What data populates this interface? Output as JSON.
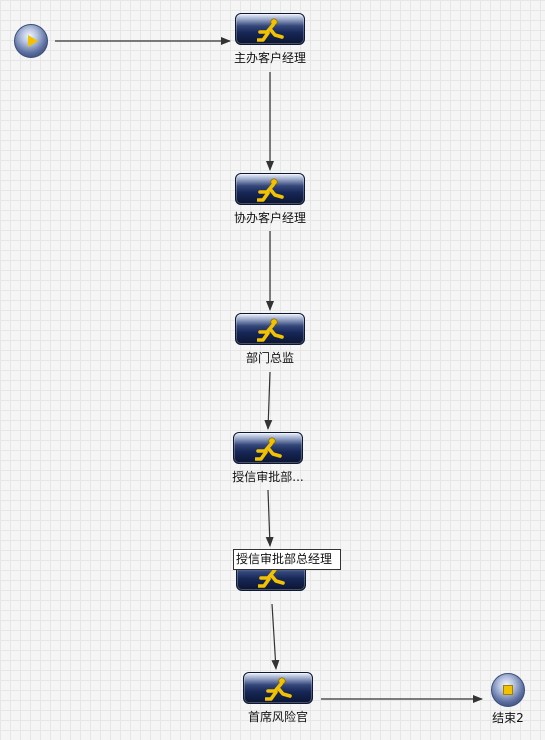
{
  "diagram": {
    "start_event": {
      "icon": "play-icon"
    },
    "end_event": {
      "label": "结束2",
      "icon": "stop-icon"
    },
    "tasks": [
      {
        "label": "主办客户经理",
        "icon": "user-task-icon"
      },
      {
        "label": "协办客户经理",
        "icon": "user-task-icon"
      },
      {
        "label": "部门总监",
        "icon": "user-task-icon"
      },
      {
        "label": "授信审批部...",
        "icon": "user-task-icon"
      },
      {
        "label": "",
        "icon": "user-task-icon"
      },
      {
        "label": "首席风险官",
        "icon": "user-task-icon"
      }
    ],
    "tooltip": "授信审批部总经理"
  }
}
